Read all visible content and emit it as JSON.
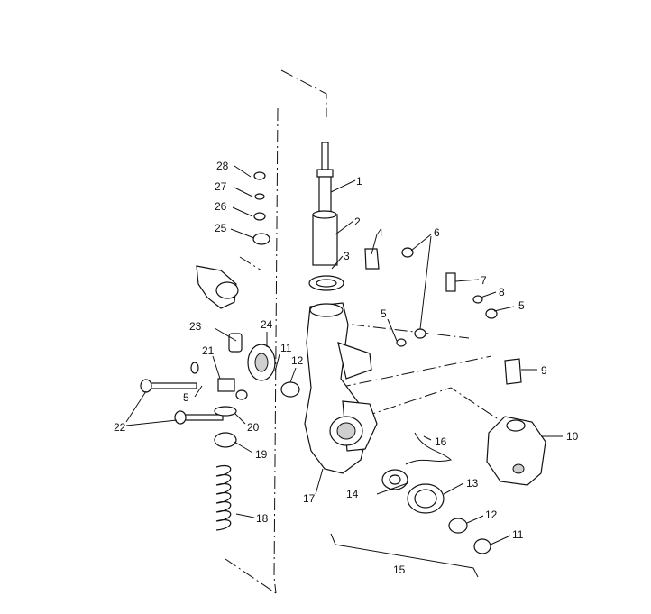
{
  "diagram": {
    "callouts": [
      {
        "id": "c1",
        "label": "1"
      },
      {
        "id": "c2",
        "label": "2"
      },
      {
        "id": "c3",
        "label": "3"
      },
      {
        "id": "c4",
        "label": "4"
      },
      {
        "id": "c5a",
        "label": "5"
      },
      {
        "id": "c5b",
        "label": "5"
      },
      {
        "id": "c5c",
        "label": "5"
      },
      {
        "id": "c6",
        "label": "6"
      },
      {
        "id": "c7",
        "label": "7"
      },
      {
        "id": "c8",
        "label": "8"
      },
      {
        "id": "c9",
        "label": "9"
      },
      {
        "id": "c10",
        "label": "10"
      },
      {
        "id": "c11a",
        "label": "11"
      },
      {
        "id": "c11b",
        "label": "11"
      },
      {
        "id": "c12a",
        "label": "12"
      },
      {
        "id": "c12b",
        "label": "12"
      },
      {
        "id": "c13",
        "label": "13"
      },
      {
        "id": "c14",
        "label": "14"
      },
      {
        "id": "c15",
        "label": "15"
      },
      {
        "id": "c16",
        "label": "16"
      },
      {
        "id": "c17",
        "label": "17"
      },
      {
        "id": "c18",
        "label": "18"
      },
      {
        "id": "c19",
        "label": "19"
      },
      {
        "id": "c20",
        "label": "20"
      },
      {
        "id": "c21",
        "label": "21"
      },
      {
        "id": "c22",
        "label": "22"
      },
      {
        "id": "c23",
        "label": "23"
      },
      {
        "id": "c24",
        "label": "24"
      },
      {
        "id": "c25",
        "label": "25"
      },
      {
        "id": "c26",
        "label": "26"
      },
      {
        "id": "c27",
        "label": "27"
      },
      {
        "id": "c28",
        "label": "28"
      }
    ]
  }
}
